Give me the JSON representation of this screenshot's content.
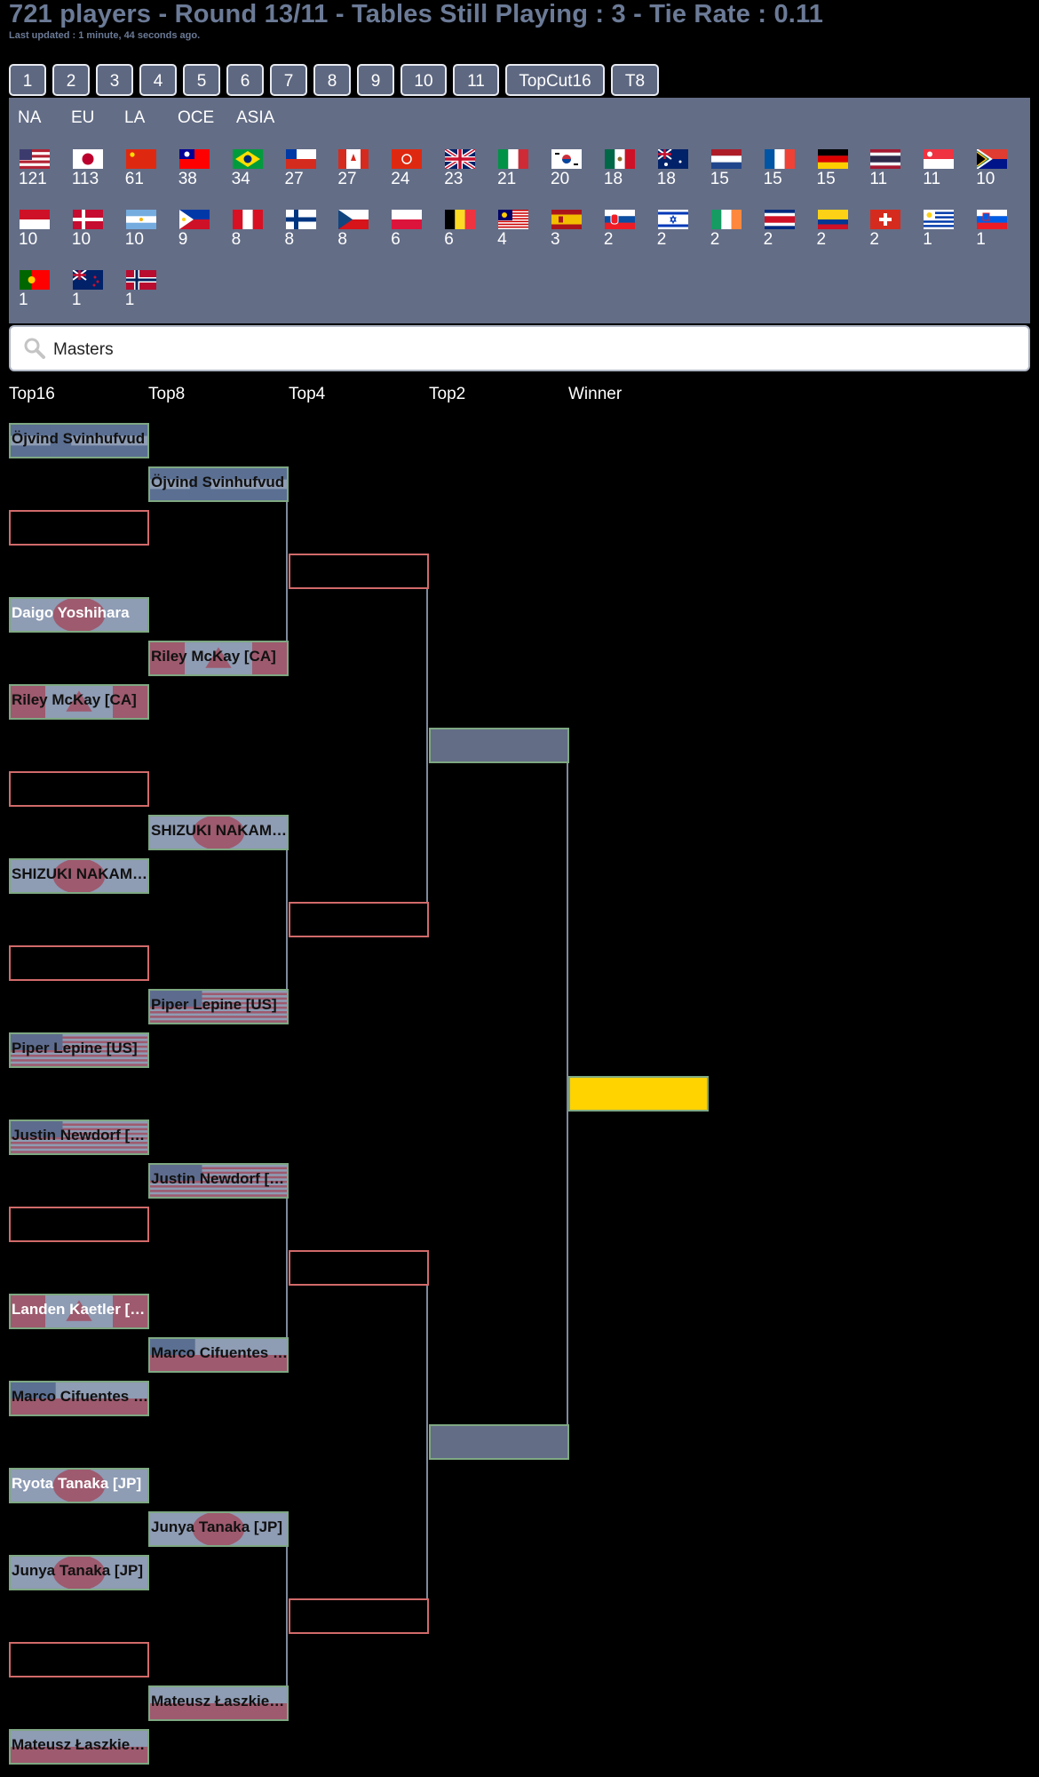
{
  "header": {
    "title": "721 players - Round 13/11 - Tables Still Playing : 3 - Tie Rate : 0.11",
    "updated": "Last updated : 1 minute, 44 seconds ago."
  },
  "rounds": [
    "1",
    "2",
    "3",
    "4",
    "5",
    "6",
    "7",
    "8",
    "9",
    "10",
    "11",
    "TopCut16",
    "T8"
  ],
  "regions": [
    "NA",
    "EU",
    "LA",
    "OCE",
    "ASIA"
  ],
  "countries": [
    {
      "flag": "us",
      "count": "121"
    },
    {
      "flag": "jp",
      "count": "113"
    },
    {
      "flag": "cn",
      "count": "61"
    },
    {
      "flag": "tw",
      "count": "38"
    },
    {
      "flag": "br",
      "count": "34"
    },
    {
      "flag": "cl",
      "count": "27"
    },
    {
      "flag": "ca",
      "count": "27"
    },
    {
      "flag": "hk",
      "count": "24"
    },
    {
      "flag": "gb",
      "count": "23"
    },
    {
      "flag": "it",
      "count": "21"
    },
    {
      "flag": "kr",
      "count": "20"
    },
    {
      "flag": "mx",
      "count": "18"
    },
    {
      "flag": "au",
      "count": "18"
    },
    {
      "flag": "nl",
      "count": "15"
    },
    {
      "flag": "fr",
      "count": "15"
    },
    {
      "flag": "de",
      "count": "15"
    },
    {
      "flag": "th",
      "count": "11"
    },
    {
      "flag": "sg",
      "count": "11"
    },
    {
      "flag": "za",
      "count": "10"
    },
    {
      "flag": "id",
      "count": "10"
    },
    {
      "flag": "dk",
      "count": "10"
    },
    {
      "flag": "ar",
      "count": "10"
    },
    {
      "flag": "ph",
      "count": "9"
    },
    {
      "flag": "pe",
      "count": "8"
    },
    {
      "flag": "fi",
      "count": "8"
    },
    {
      "flag": "cz",
      "count": "8"
    },
    {
      "flag": "pl",
      "count": "6"
    },
    {
      "flag": "be",
      "count": "6"
    },
    {
      "flag": "my",
      "count": "4"
    },
    {
      "flag": "es",
      "count": "3"
    },
    {
      "flag": "sk",
      "count": "2"
    },
    {
      "flag": "il",
      "count": "2"
    },
    {
      "flag": "ie",
      "count": "2"
    },
    {
      "flag": "cr",
      "count": "2"
    },
    {
      "flag": "co",
      "count": "2"
    },
    {
      "flag": "ch",
      "count": "2"
    },
    {
      "flag": "uy",
      "count": "1"
    },
    {
      "flag": "si",
      "count": "1"
    },
    {
      "flag": "pt",
      "count": "1"
    },
    {
      "flag": "nz",
      "count": "1"
    },
    {
      "flag": "no",
      "count": "1"
    }
  ],
  "search": {
    "value": "Masters"
  },
  "columns": [
    "Top16",
    "Top8",
    "Top4",
    "Top2",
    "Winner"
  ],
  "bracket": {
    "top16": [
      {
        "name": "Öjvind Svinhufvud",
        "flag": "se",
        "state": "filled"
      },
      {
        "name": "",
        "state": "empty"
      },
      {
        "name": "Daigo Yoshihara",
        "flag": "jp",
        "state": "filled"
      },
      {
        "name": "Riley McKay [CA]",
        "flag": "ca",
        "state": "filled"
      },
      {
        "name": "",
        "state": "empty"
      },
      {
        "name": "SHIZUKI NAKAMURA",
        "flag": "jp",
        "state": "filled"
      },
      {
        "name": "",
        "state": "empty"
      },
      {
        "name": "Piper Lepine [US]",
        "flag": "us",
        "state": "filled"
      },
      {
        "name": "Justin Newdorf [US]",
        "flag": "us",
        "state": "filled"
      },
      {
        "name": "",
        "state": "empty"
      },
      {
        "name": "Landen Kaetler [CA]",
        "flag": "ca",
        "state": "filled"
      },
      {
        "name": "Marco Cifuentes [CL]",
        "flag": "cl",
        "state": "filled"
      },
      {
        "name": "Ryota Tanaka [JP]",
        "flag": "jp",
        "state": "filled"
      },
      {
        "name": "Junya Tanaka [JP]",
        "flag": "jp",
        "state": "filled"
      },
      {
        "name": "",
        "state": "empty"
      },
      {
        "name": "Mateusz Łaszkiewicz",
        "flag": "pl",
        "state": "filled"
      }
    ],
    "top8": [
      {
        "name": "Öjvind Svinhufvud",
        "flag": "se",
        "state": "filled"
      },
      {
        "name": "Riley McKay [CA]",
        "flag": "ca",
        "state": "filled"
      },
      {
        "name": "SHIZUKI NAKAMURA",
        "flag": "jp",
        "state": "filled"
      },
      {
        "name": "Piper Lepine [US]",
        "flag": "us",
        "state": "filled"
      },
      {
        "name": "Justin Newdorf [US]",
        "flag": "us",
        "state": "filled"
      },
      {
        "name": "Marco Cifuentes [CL]",
        "flag": "cl",
        "state": "filled"
      },
      {
        "name": "Junya Tanaka [JP]",
        "flag": "jp",
        "state": "filled"
      },
      {
        "name": "Mateusz Łaszkiewicz",
        "flag": "pl",
        "state": "filled"
      }
    ],
    "top4": [
      {
        "state": "empty"
      },
      {
        "state": "empty"
      },
      {
        "state": "empty"
      },
      {
        "state": "empty"
      }
    ],
    "top2": [
      {
        "state": "pending"
      },
      {
        "state": "pending"
      }
    ],
    "winner": [
      {
        "state": "gold"
      }
    ]
  },
  "colors": {
    "panel": "#636d86",
    "slot_border": "#7ea882",
    "empty_border": "#d16a6a",
    "winner": "#ffd300",
    "title": "#6b7a96"
  }
}
